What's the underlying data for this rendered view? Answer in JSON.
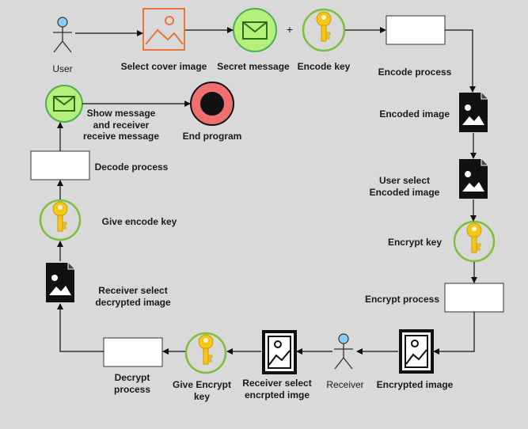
{
  "labels": {
    "user": "User",
    "select_cover_image": "Select  cover image",
    "secret_message": "Secret message",
    "plus": "+",
    "encode_key": "Encode key",
    "encode_process": "Encode process",
    "encoded_image": "Encoded image",
    "user_select_line1": "User select",
    "user_select_line2": "Encoded image",
    "encrypt_key": "Encrypt key",
    "encrypt_process": "Encrypt process",
    "encrypted_image": "Encrypted image",
    "receiver": "Receiver",
    "receiver_select_enc_line1": "Receiver select",
    "receiver_select_enc_line2": "encrpted imge",
    "give_encrypt_key_line1": "Give Encrypt",
    "give_encrypt_key_line2": "key",
    "decrypt_process_line1": "Decrypt",
    "decrypt_process_line2": "process",
    "receiver_select_dec_line1": "Receiver select",
    "receiver_select_dec_line2": "decrypted image",
    "give_encode_key": "Give encode key",
    "decode_process": "Decode process",
    "show_message_line1": "Show message",
    "show_message_line2": "and receiver",
    "show_message_line3": "receive message",
    "end_program": "End program"
  },
  "colors": {
    "background": "#d9d9d9",
    "actor_head": "#87cefa",
    "cover_image_icon": "#e8743b",
    "message_circle": "#b5f07a",
    "message_ring": "#4caf50",
    "key_gold": "#f5c518",
    "key_ring": "#7cbf3a",
    "end_outer": "#f07070",
    "end_inner": "#111111",
    "process_box": "#ffffff"
  }
}
